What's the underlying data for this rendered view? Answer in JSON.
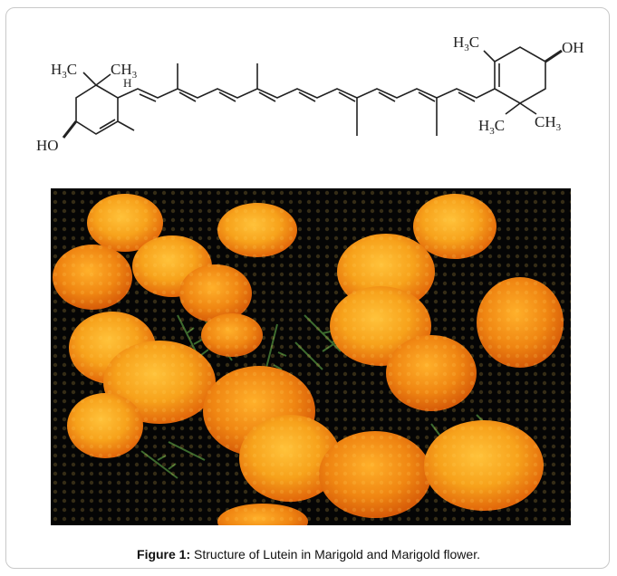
{
  "structure": {
    "left_ring": {
      "methyl_a_main": "H",
      "methyl_a_sub": "3",
      "methyl_a_tail": "C",
      "methyl_b_main": "CH",
      "methyl_b_sub": "3",
      "h_label": "H",
      "hydroxyl": "HO"
    },
    "right_ring": {
      "methyl_top_main": "H",
      "methyl_top_sub": "3",
      "methyl_top_tail": "C",
      "hydroxyl": "OH",
      "methyl_a_main": "H",
      "methyl_a_sub": "3",
      "methyl_a_tail": "C",
      "methyl_b_main": "CH",
      "methyl_b_sub": "3"
    },
    "bond_color": "#222222"
  },
  "photo": {
    "background": "#050505",
    "flower_colors": [
      "#f7a21b",
      "#f07f12",
      "#e86a0c"
    ],
    "foliage_color": "#3d6b2e"
  },
  "caption": {
    "label": "Figure 1:",
    "text": " Structure of Lutein in Marigold and Marigold flower."
  }
}
